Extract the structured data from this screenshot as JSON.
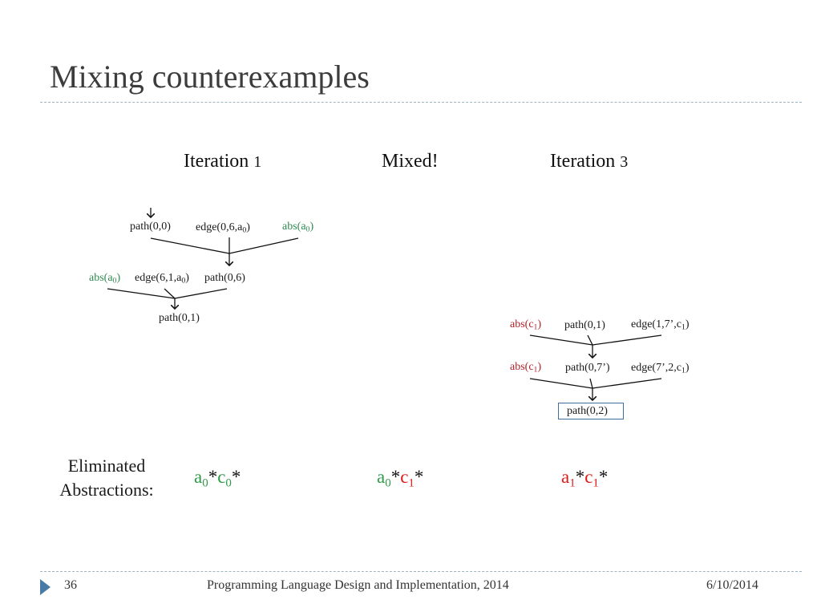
{
  "title": "Mixing counterexamples",
  "columns": {
    "iteration1": {
      "text": "Iteration ",
      "num": "1"
    },
    "mixed": {
      "text": "Mixed!"
    },
    "iteration3": {
      "text": "Iteration ",
      "num": "3"
    }
  },
  "tree1": {
    "top": [
      {
        "parts": [
          "path(0,0)"
        ],
        "color": "black"
      },
      {
        "parts": [
          "edge(0,6,a",
          "0",
          ")"
        ],
        "color": "black"
      },
      {
        "parts": [
          "abs(a",
          "0",
          ")"
        ],
        "color": "green"
      }
    ],
    "middle": [
      {
        "parts": [
          "abs(a",
          "0",
          ")"
        ],
        "color": "green"
      },
      {
        "parts": [
          "edge(6,1,a",
          "0",
          ")"
        ],
        "color": "black"
      },
      {
        "parts": [
          "path(0,6)"
        ],
        "color": "black"
      }
    ],
    "result": {
      "parts": [
        "path(0,1)"
      ],
      "color": "black"
    }
  },
  "tree3": {
    "top": [
      {
        "parts": [
          "abs(c",
          "1",
          ")"
        ],
        "color": "red"
      },
      {
        "parts": [
          "path(0,1)"
        ],
        "color": "black"
      },
      {
        "parts": [
          "edge(1,7’,c",
          "1",
          ")"
        ],
        "color": "black"
      }
    ],
    "middle": [
      {
        "parts": [
          "abs(c",
          "1",
          ")"
        ],
        "color": "red"
      },
      {
        "parts": [
          "path(0,7’)"
        ],
        "color": "black"
      },
      {
        "parts": [
          "edge(7’,2,c",
          "1",
          ")"
        ],
        "color": "black"
      }
    ],
    "result": {
      "parts": [
        "path(0,2)"
      ],
      "color": "black"
    }
  },
  "eliminated_label": "Eliminated Abstractions:",
  "formulas": {
    "iteration1": [
      {
        "t": "a",
        "sub": "0",
        "color": "#2f9a4a"
      },
      {
        "t": "*",
        "color": "#111111"
      },
      {
        "t": "c",
        "sub": "0",
        "color": "#2f9a4a"
      },
      {
        "t": "*",
        "color": "#111111"
      }
    ],
    "mixed": [
      {
        "t": "a",
        "sub": "0",
        "color": "#2f9a4a"
      },
      {
        "t": "*",
        "color": "#111111"
      },
      {
        "t": "c",
        "sub": "1",
        "color": "#e01b1b"
      },
      {
        "t": "*",
        "color": "#111111"
      }
    ],
    "iteration3": [
      {
        "t": "a",
        "sub": "1",
        "color": "#e01b1b"
      },
      {
        "t": "*",
        "color": "#111111"
      },
      {
        "t": "c",
        "sub": "1",
        "color": "#e01b1b"
      },
      {
        "t": "*",
        "color": "#111111"
      }
    ]
  },
  "footer": {
    "page": "36",
    "course": "Programming Language Design and Implementation, 2014",
    "date": "6/10/2014"
  },
  "colors": {
    "green": "#2f8a4f",
    "red": "#b2222a",
    "accent": "#4a7ba7",
    "box": "#3d6e9e"
  }
}
